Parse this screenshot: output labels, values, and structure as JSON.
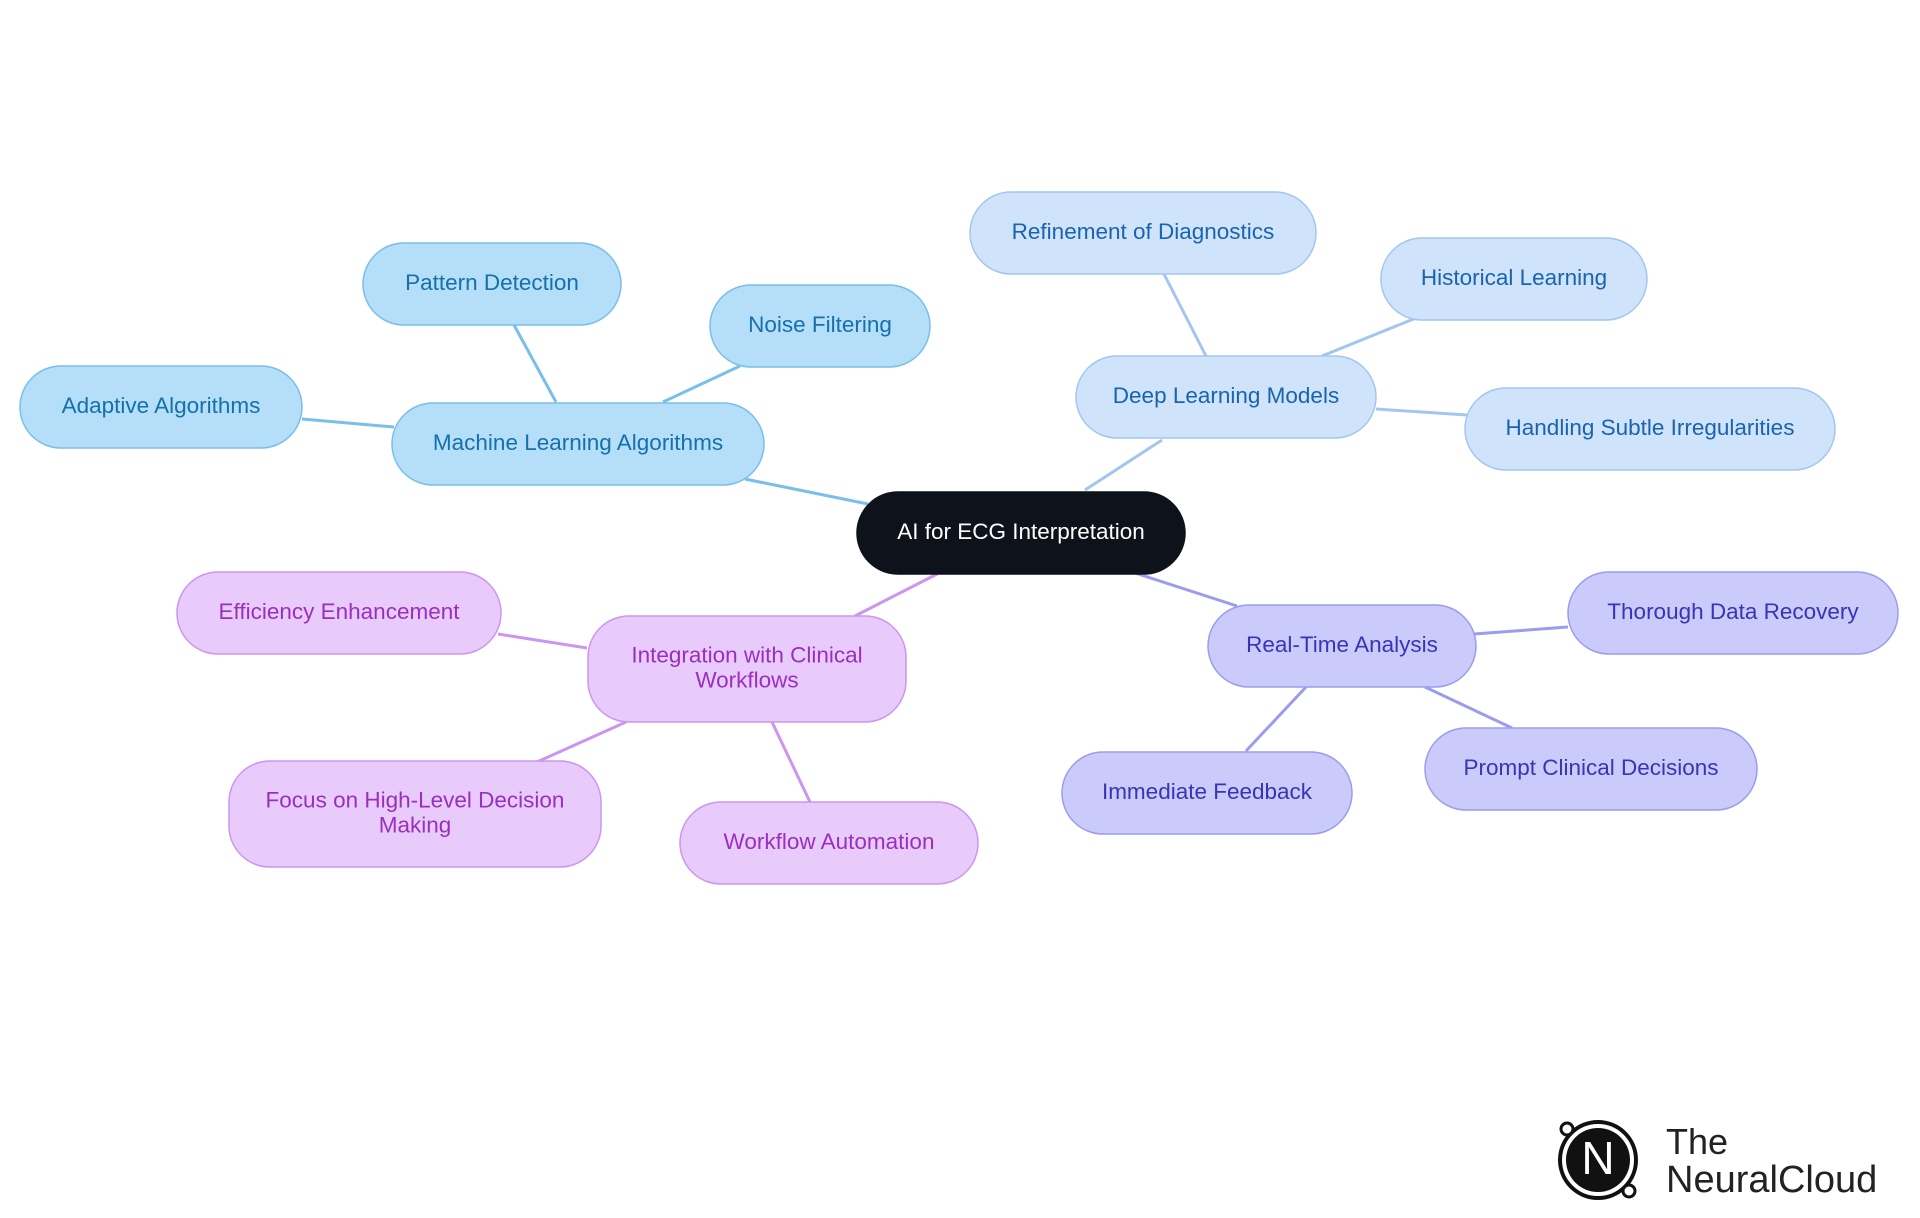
{
  "root": {
    "label": "AI for ECG Interpretation",
    "colors": {
      "fill": "#0d121b",
      "stroke": "#0d121b",
      "text": "#ffffff"
    }
  },
  "branches": [
    {
      "label": "Machine Learning Algorithms",
      "colors": {
        "fill": "#b5def8",
        "stroke": "#78bfea",
        "text": "#1570ab",
        "line": "#78bfea"
      },
      "children": [
        {
          "label": "Pattern Detection"
        },
        {
          "label": "Noise Filtering"
        },
        {
          "label": "Adaptive Algorithms"
        }
      ]
    },
    {
      "label": "Deep Learning Models",
      "colors": {
        "fill": "#cfe3fb",
        "stroke": "#a3c6ef",
        "text": "#1a63b0",
        "line": "#a3c6ef"
      },
      "children": [
        {
          "label": "Refinement of Diagnostics"
        },
        {
          "label": "Historical Learning"
        },
        {
          "label": "Handling Subtle Irregularities"
        }
      ]
    },
    {
      "label": "Real-Time Analysis",
      "colors": {
        "fill": "#cacafb",
        "stroke": "#9c9cee",
        "text": "#3a33b8",
        "line": "#9c9cee"
      },
      "children": [
        {
          "label": "Thorough Data Recovery"
        },
        {
          "label": "Immediate Feedback"
        },
        {
          "label": "Prompt Clinical Decisions"
        }
      ]
    },
    {
      "label": "Integration with Clinical Workflows",
      "colors": {
        "fill": "#e8cbfb",
        "stroke": "#cc95ef",
        "text": "#9a2fbf",
        "line": "#cc95ef"
      },
      "children": [
        {
          "label": "Efficiency Enhancement"
        },
        {
          "label": "Focus on High-Level Decision Making"
        },
        {
          "label": "Workflow Automation"
        }
      ]
    }
  ],
  "logo": {
    "line1": "The",
    "line2": "NeuralCloud",
    "mark": "N"
  }
}
